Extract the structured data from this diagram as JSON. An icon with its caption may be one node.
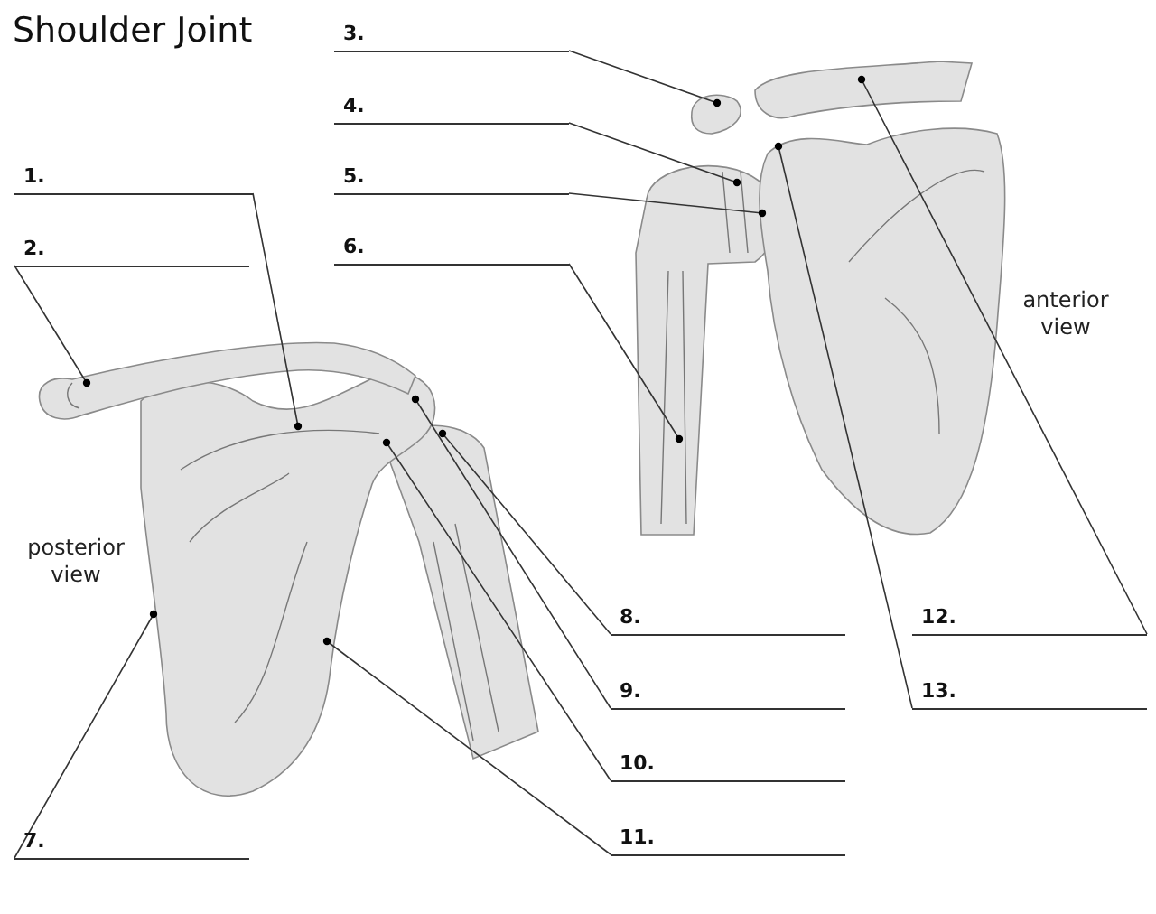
{
  "diagram": {
    "title": "Shoulder Joint",
    "nodes": [
      {
        "text": [
          "1."
        ]
      },
      {
        "text": [
          "2."
        ]
      },
      {
        "text": [
          "3."
        ]
      },
      {
        "text": [
          "4."
        ]
      },
      {
        "text": [
          "5."
        ]
      },
      {
        "text": [
          "6."
        ]
      },
      {
        "text": [
          "7."
        ]
      },
      {
        "text": [
          "8."
        ]
      },
      {
        "text": [
          "9."
        ]
      },
      {
        "text": [
          "10."
        ]
      },
      {
        "text": [
          "11."
        ]
      },
      {
        "text": [
          "12."
        ]
      },
      {
        "text": [
          "13."
        ]
      }
    ],
    "edges": [
      {
        "from": 0,
        "to": null,
        "arrow": "other"
      },
      {
        "from": 1,
        "to": null,
        "arrow": "other"
      },
      {
        "from": 2,
        "to": null,
        "arrow": "other"
      },
      {
        "from": 3,
        "to": null,
        "arrow": "other"
      },
      {
        "from": 4,
        "to": null,
        "arrow": "other"
      },
      {
        "from": 5,
        "to": null,
        "arrow": "other"
      },
      {
        "from": 6,
        "to": null,
        "arrow": "other"
      },
      {
        "from": 7,
        "to": null,
        "arrow": "other"
      },
      {
        "from": 8,
        "to": null,
        "arrow": "other"
      },
      {
        "from": 9,
        "to": null,
        "arrow": "other"
      },
      {
        "from": 10,
        "to": null,
        "arrow": "other"
      },
      {
        "from": 11,
        "to": null,
        "arrow": "other"
      },
      {
        "from": 12,
        "to": null,
        "arrow": "other"
      }
    ],
    "labels": [
      "posterior view",
      "anterior view"
    ]
  }
}
